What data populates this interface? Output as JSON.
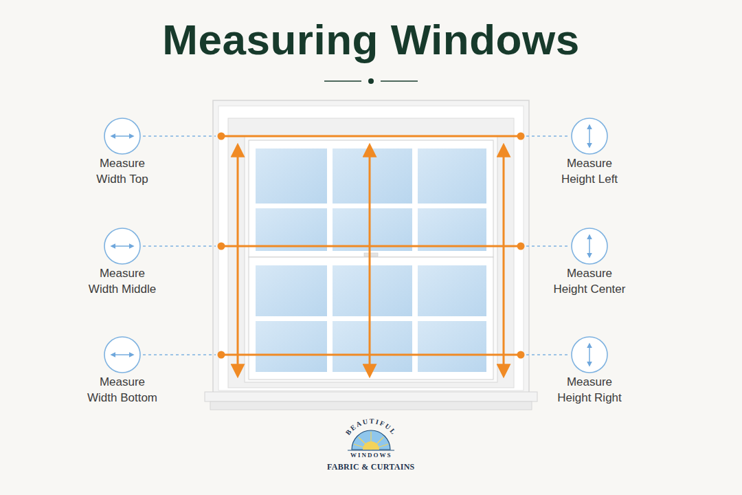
{
  "diagram": {
    "title": "Measuring Windows",
    "labels": [
      "Measure Width Top",
      "Measure Height Left",
      "Measure Width Middle",
      "Measure Height Center",
      "Measure Width Bottom",
      "Measure Height Right",
      "BEAUTIFUL",
      "WINDOWS",
      "FABRIC & CURTAINS"
    ]
  }
}
